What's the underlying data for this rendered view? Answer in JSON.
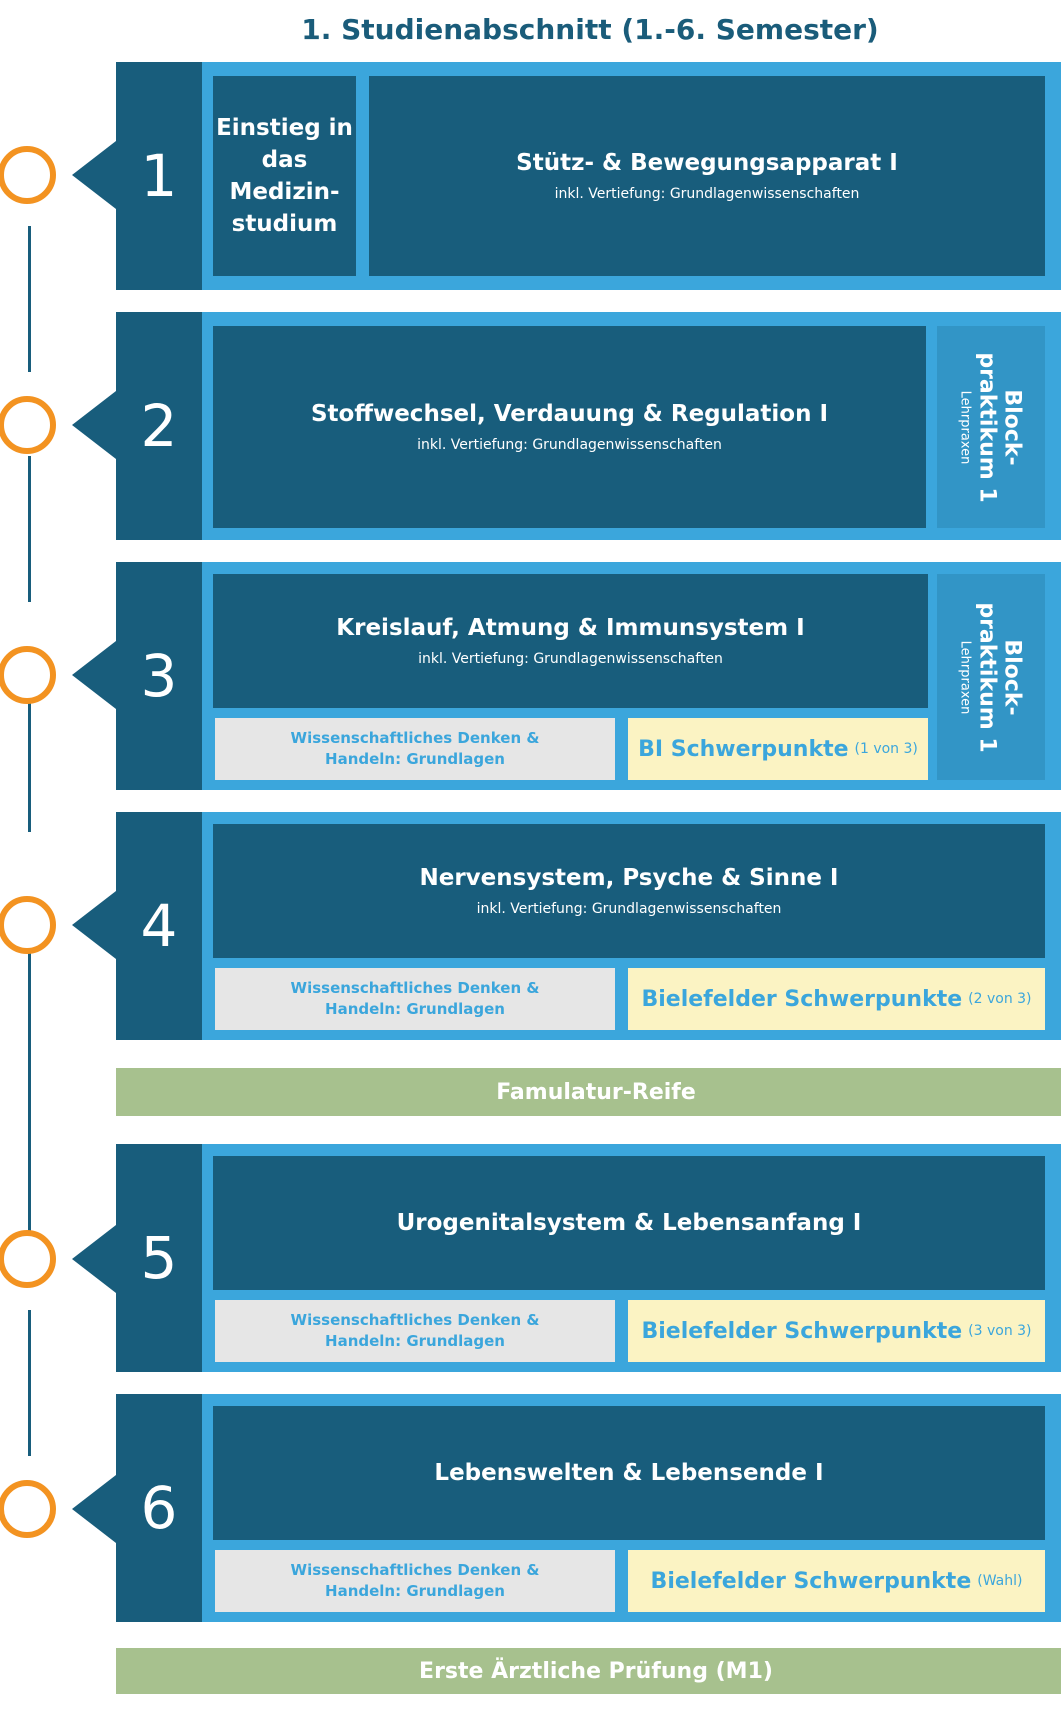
{
  "title": "1. Studienabschnitt (1.-6. Semester)",
  "vertiefung": "inkl. Vertiefung: Grundlagenwissenschaften",
  "wdh": "Wissenschaftliches Denken & Handeln: Grundlagen",
  "block": {
    "title": "Block-praktikum 1",
    "sub": "Lehrpraxen"
  },
  "semesters": [
    {
      "num": "1",
      "intro": "Einstieg in das Medizin-studium",
      "module": "Stütz- & Bewegungsapparat I"
    },
    {
      "num": "2",
      "module": "Stoffwechsel, Verdauung & Regulation I"
    },
    {
      "num": "3",
      "module": "Kreislauf, Atmung & Immunsystem I",
      "focus": "BI Schwerpunkte",
      "focus_note": "(1 von 3)"
    },
    {
      "num": "4",
      "module": "Nervensystem, Psyche & Sinne I",
      "focus": "Bielefelder Schwerpunkte",
      "focus_note": "(2 von 3)"
    },
    {
      "num": "5",
      "module": "Urogenitalsystem & Lebensanfang I",
      "focus": "Bielefelder Schwerpunkte",
      "focus_note": "(3 von 3)"
    },
    {
      "num": "6",
      "module": "Lebenswelten & Lebensende I",
      "focus": "Bielefelder Schwerpunkte",
      "focus_note": "(Wahl)"
    }
  ],
  "milestones": {
    "famulatur": "Famulatur-Reife",
    "exam": "Erste Ärztliche Prüfung (M1)"
  },
  "colors": {
    "dark_blue": "#185d7c",
    "light_blue": "#3ba6dc",
    "orange": "#f39321",
    "green": "#a7c18e",
    "yellow": "#fbf3c3",
    "gray": "#e6e6e6"
  }
}
